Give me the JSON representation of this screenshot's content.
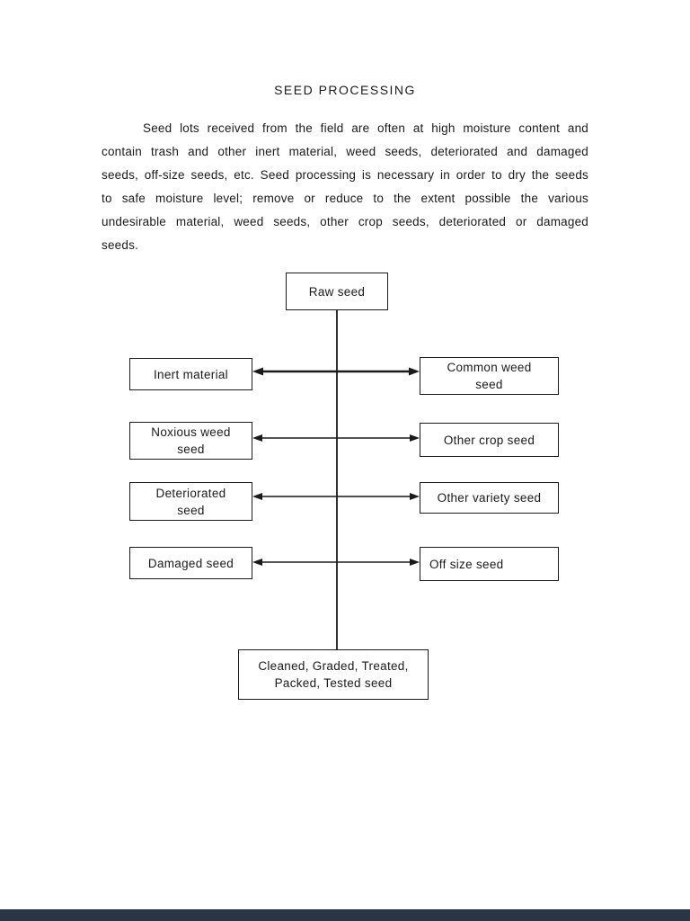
{
  "page": {
    "title": "SEED PROCESSING",
    "paragraph": "Seed lots received from the field are often at high moisture content and contain trash and other inert material, weed seeds, deteriorated and damaged seeds, off-size seeds, etc. Seed processing is necessary in order to dry the seeds to safe moisture level; remove or reduce to the extent possible the various undesirable material, weed seeds, other crop seeds, deteriorated or damaged seeds."
  },
  "diagram": {
    "root": "Raw seed",
    "left_boxes": [
      "Inert material",
      "Noxious weed\nseed",
      "Deteriorated\nseed",
      "Damaged seed"
    ],
    "right_boxes": [
      "Common weed\nseed",
      "Other crop seed",
      "Other variety seed",
      "Off size seed"
    ],
    "result": "Cleaned, Graded, Treated,\nPacked, Tested seed"
  },
  "colors": {
    "text": "#1a1a1a",
    "line": "#1a1a1a",
    "background": "#ffffff",
    "footer_bar": "#2a3546"
  }
}
